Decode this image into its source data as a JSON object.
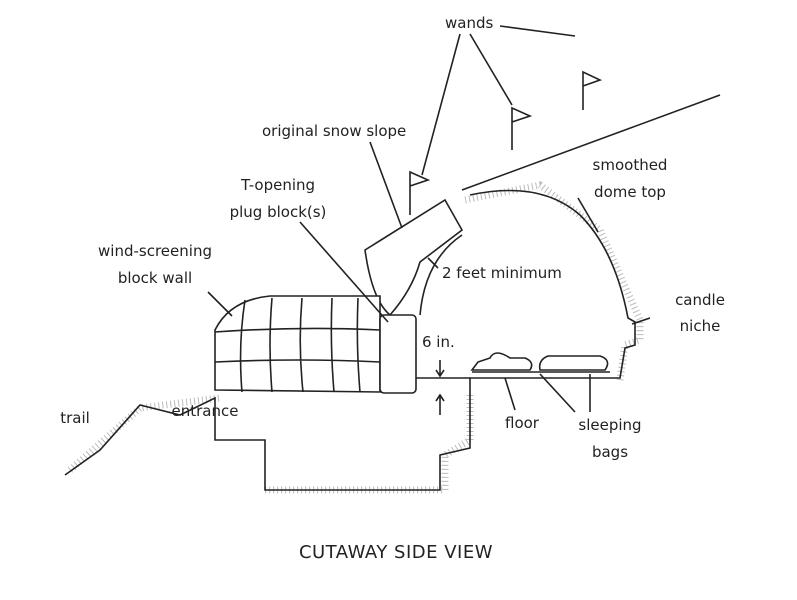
{
  "title": "CUTAWAY SIDE VIEW",
  "labels": {
    "wands": "wands",
    "original_snow_slope": "original snow slope",
    "t_opening_1": "T-opening",
    "t_opening_2": "plug block(s)",
    "wind_screen_1": "wind-screening",
    "wind_screen_2": "block wall",
    "dome_1": "smoothed",
    "dome_2": "dome top",
    "two_feet": "2 feet minimum",
    "candle_1": "candle",
    "candle_2": "niche",
    "six_in": "6 in.",
    "trail": "trail",
    "entrance": "entrance",
    "floor": "floor",
    "bags_1": "sleeping",
    "bags_2": "bags"
  }
}
